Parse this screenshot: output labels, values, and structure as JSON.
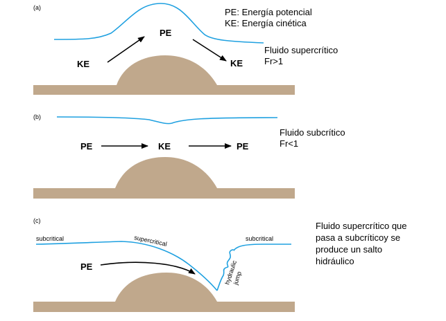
{
  "panels": [
    {
      "id": "a",
      "tag": "(a)",
      "legend": [
        "PE: Energía potencial",
        "KE: Energía cinética"
      ],
      "note": [
        "Fluido supercrítico",
        "Fr>1"
      ],
      "energy_left": "KE",
      "energy_top": "PE",
      "energy_right": "KE"
    },
    {
      "id": "b",
      "tag": "(b)",
      "note": [
        "Fluido subcrítico",
        "Fr<1"
      ],
      "energy_left": "PE",
      "energy_mid": "KE",
      "energy_right": "PE"
    },
    {
      "id": "c",
      "tag": "(c)",
      "note": [
        "Fluido supercrítico que",
        "pasa a subcríticoy se",
        "produce un salto",
        "hidráulico"
      ],
      "flow_labels": {
        "left": "subcritical",
        "middle": "supercritical",
        "right": "subcritical",
        "jump_line1": "hydraulic",
        "jump_line2": "jump"
      },
      "energy_left": "PE"
    }
  ],
  "colors": {
    "water": "#1ea0e0",
    "bed": "#c0a88c",
    "arrow": "#000000"
  }
}
